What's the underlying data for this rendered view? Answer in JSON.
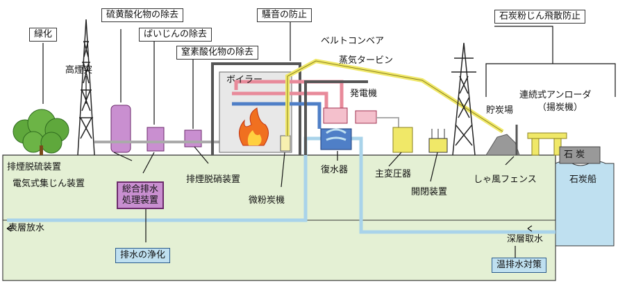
{
  "diagram": {
    "labels": {
      "greening": "緑化",
      "high_stack": "高煙突",
      "desulfurization": "硫黄酸化物の除去",
      "dust_removal": "ばいじんの除去",
      "denitrification": "窒素酸化物の除去",
      "noise": "騒音の防止",
      "belt_conveyor": "ベルトコンベア",
      "steam_turbine": "蒸気タービン",
      "coal_dust": "石炭粉じん飛散防止",
      "boiler": "ボイラー",
      "generator": "発電機",
      "unloader_line1": "連続式アンローダ",
      "unloader_line2": "（揚炭機）",
      "coal_yard": "貯炭場",
      "fgd_device": "排煙脱硫装置",
      "esp": "電気式集じん装置",
      "denox_device": "排煙脱硝装置",
      "pulverizer": "微粉炭機",
      "condenser": "復水器",
      "main_transformer": "主変圧器",
      "switchgear": "開閉装置",
      "wind_fence": "しゃ風フェンス",
      "coal_ship": "石炭船",
      "coal_ship_hull": "石 炭",
      "surface_discharge": "表層放水",
      "deep_intake": "深層取水",
      "wastewater_line1": "総合排水",
      "wastewater_line2": "処理装置",
      "wastewater_purify": "排水の浄化",
      "warm_water": "温排水対策"
    },
    "colors": {
      "ground": "#e4f0d4",
      "sea": "#bfe0f0",
      "purple": "#c98fd0",
      "yellow": "#f0e868",
      "red_pipe": "#e88a9a",
      "blue_pipe": "#4f7fc7",
      "water_line": "#a9d3ea",
      "tree": "#5fa83c",
      "gray": "#999999"
    }
  }
}
